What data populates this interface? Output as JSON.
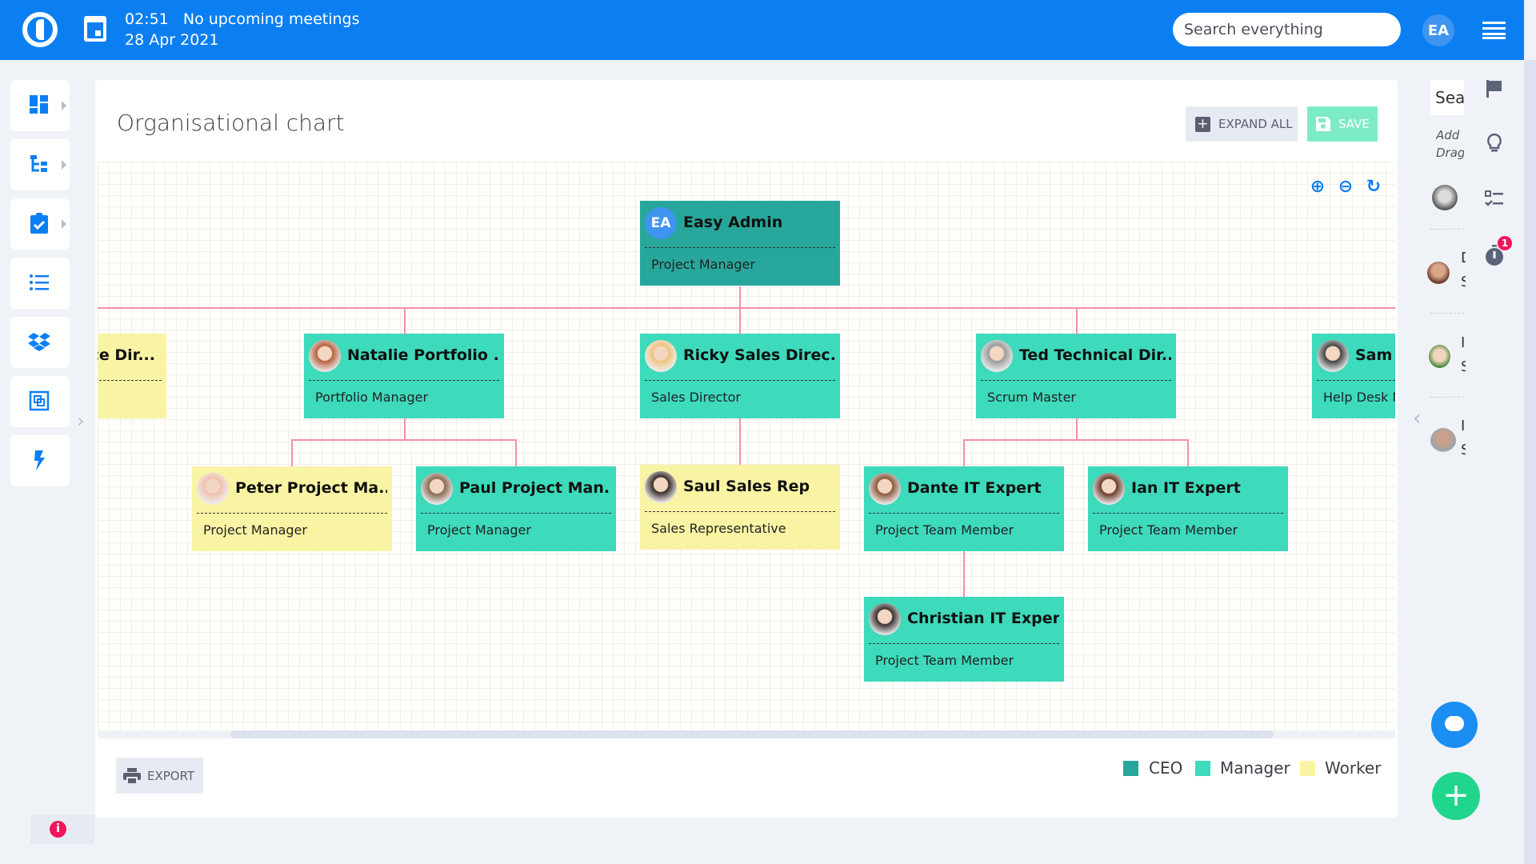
{
  "header": {
    "time": "02:51",
    "meetings": "No upcoming meetings",
    "date": "28 Apr 2021",
    "search_placeholder": "Search everything",
    "user_initials": "EA"
  },
  "sidebar": {
    "items": [
      {
        "icon": "dashboard-icon"
      },
      {
        "icon": "hierarchy-icon"
      },
      {
        "icon": "clipboard-check-icon"
      },
      {
        "icon": "list-icon"
      },
      {
        "icon": "dropbox-icon"
      },
      {
        "icon": "resource-icon"
      },
      {
        "icon": "lightning-icon"
      }
    ]
  },
  "page": {
    "title": "Organisational chart",
    "expand_all": "EXPAND ALL",
    "save": "SAVE",
    "export": "EXPORT"
  },
  "colors": {
    "ceo": "#27a79b",
    "manager": "#3ddabc",
    "worker": "#f9f4a4",
    "connector": "#f38eaa",
    "accent": "#0b7ff2"
  },
  "chart": {
    "nodes": [
      {
        "name": "Easy Admin",
        "role": "Project Manager",
        "type": "ceo",
        "initials": "EA"
      },
      {
        "name": "ce Dir...",
        "role": "",
        "type": "worker"
      },
      {
        "name": "Natalie Portfolio ...",
        "role": "Portfolio Manager",
        "type": "manager"
      },
      {
        "name": "Ricky Sales Direc...",
        "role": "Sales Director",
        "type": "manager"
      },
      {
        "name": "Ted Technical Dir...",
        "role": "Scrum Master",
        "type": "manager"
      },
      {
        "name": "Sam S",
        "role": "Help Desk M",
        "type": "manager"
      },
      {
        "name": "Peter Project Ma...",
        "role": "Project Manager",
        "type": "worker"
      },
      {
        "name": "Paul Project Man...",
        "role": "Project Manager",
        "type": "manager"
      },
      {
        "name": "Saul Sales Rep",
        "role": "Sales Representative",
        "type": "worker"
      },
      {
        "name": "Dante IT Expert",
        "role": "Project Team Member",
        "type": "manager"
      },
      {
        "name": "Ian IT Expert",
        "role": "Project Team Member",
        "type": "manager"
      },
      {
        "name": "Christian IT Expert",
        "role": "Project Team Member",
        "type": "manager"
      }
    ]
  },
  "legend": [
    {
      "label": "CEO",
      "type": "ceo"
    },
    {
      "label": "Manager",
      "type": "manager"
    },
    {
      "label": "Worker",
      "type": "worker"
    }
  ],
  "right_panel": {
    "search_value": "Sear",
    "hint1": "Add u",
    "hint2": "Drag",
    "users": [
      {
        "l1": "D",
        "l2": "S"
      },
      {
        "l1": "I",
        "l2": "S"
      },
      {
        "l1": "I",
        "l2": "S"
      }
    ],
    "timer_badge": "1"
  }
}
